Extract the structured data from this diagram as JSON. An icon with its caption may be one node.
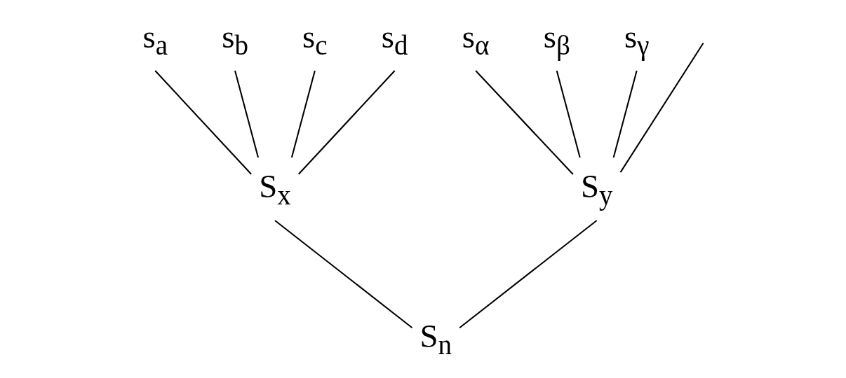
{
  "diagram": {
    "nodes": [
      {
        "text": [
          "s$_{a}$"
        ]
      },
      {
        "text": [
          "s$_{b}$"
        ]
      },
      {
        "text": [
          "s$_{c}$"
        ]
      },
      {
        "text": [
          "s$_{d}$"
        ]
      },
      {
        "text": [
          "S$_{x}$"
        ]
      },
      {
        "text": [
          "s$_{α}$"
        ]
      },
      {
        "text": [
          "s$_{β}$"
        ]
      },
      {
        "text": [
          "s$_{γ}$"
        ]
      },
      {
        "text": [
          "S$_{y}$"
        ]
      },
      {
        "text": [
          "S$_{n}$"
        ]
      }
    ],
    "edges": [
      {
        "from": 4,
        "to": 0,
        "arrow": "none"
      },
      {
        "from": 4,
        "to": 1,
        "arrow": "none"
      },
      {
        "from": 4,
        "to": 2,
        "arrow": "none"
      },
      {
        "from": 4,
        "to": 3,
        "arrow": "none"
      },
      {
        "from": 8,
        "to": 5,
        "arrow": "none"
      },
      {
        "from": 8,
        "to": 6,
        "arrow": "none"
      },
      {
        "from": 8,
        "to": 7,
        "arrow": "none"
      },
      {
        "from": 8,
        "to": null,
        "arrow": "none"
      },
      {
        "from": 9,
        "to": 4,
        "arrow": "none"
      },
      {
        "from": 9,
        "to": 8,
        "arrow": "none"
      }
    ]
  }
}
